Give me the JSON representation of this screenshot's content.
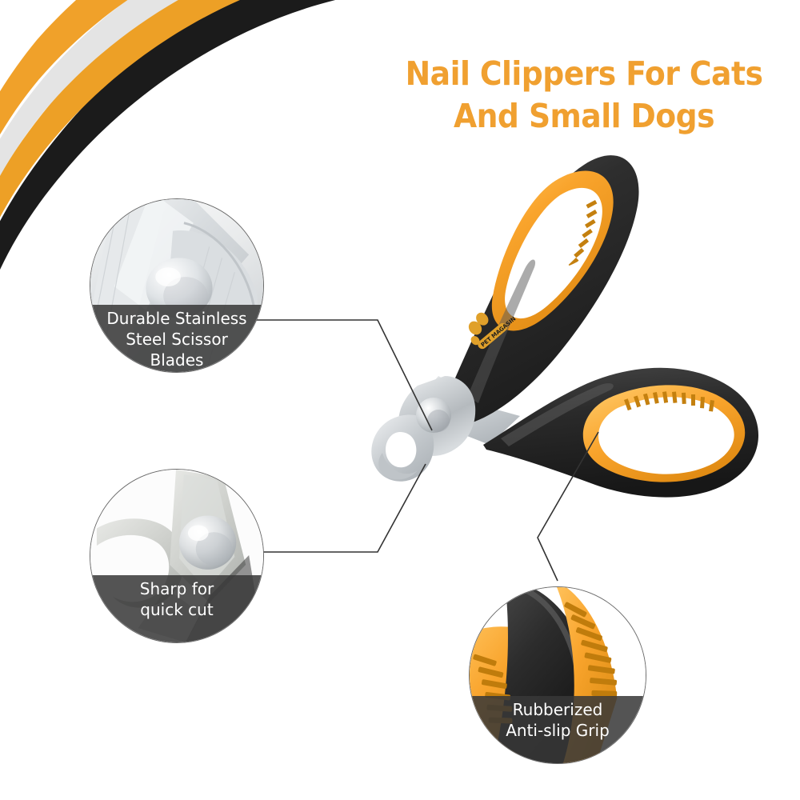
{
  "page": {
    "background_color": "#ffffff",
    "accent_orange": "#f0a030",
    "product_orange": "#f9a12b",
    "product_black": "#2b2b2b",
    "steel_silver": "#c9cdd0",
    "band_gray": "#383838",
    "circle_stroke": "#6b6b6b"
  },
  "title": {
    "line1": "Nail Clippers For Cats",
    "line2": "And Small Dogs",
    "color": "#f0a030"
  },
  "decor": {
    "swoosh_name": "corner-swoosh",
    "bands": [
      {
        "name": "swoosh-band-orange-outer",
        "color": "#f0a12a"
      },
      {
        "name": "swoosh-band-white",
        "color": "#e4e4e4"
      },
      {
        "name": "swoosh-band-orange-inner",
        "color": "#eda026"
      },
      {
        "name": "swoosh-band-black",
        "color": "#1b1b1b"
      }
    ]
  },
  "callouts": [
    {
      "id": "blades",
      "name": "callout-durable-blades",
      "lines": [
        "Durable Stainless",
        "Steel Scissor",
        "Blades"
      ],
      "photo": "stainless-steel-pivot-closeup"
    },
    {
      "id": "sharp",
      "name": "callout-sharp-quick-cut",
      "lines": [
        "Sharp for",
        "quick cut"
      ],
      "photo": "blade-head-closeup"
    },
    {
      "id": "grip",
      "name": "callout-rubberized-grip",
      "lines": [
        "Rubberized",
        "Anti-slip Grip"
      ],
      "photo": "rubber-grip-closeup"
    }
  ],
  "product": {
    "name": "pet-nail-clipper-scissors",
    "logo_text": "PET MAGASIN",
    "parts": [
      {
        "name": "upper-handle-black-body"
      },
      {
        "name": "upper-handle-orange-ring"
      },
      {
        "name": "lower-handle-black-body"
      },
      {
        "name": "lower-handle-orange-ring"
      },
      {
        "name": "steel-blade-head"
      },
      {
        "name": "pivot-rivet"
      },
      {
        "name": "paw-print-logo"
      }
    ]
  }
}
